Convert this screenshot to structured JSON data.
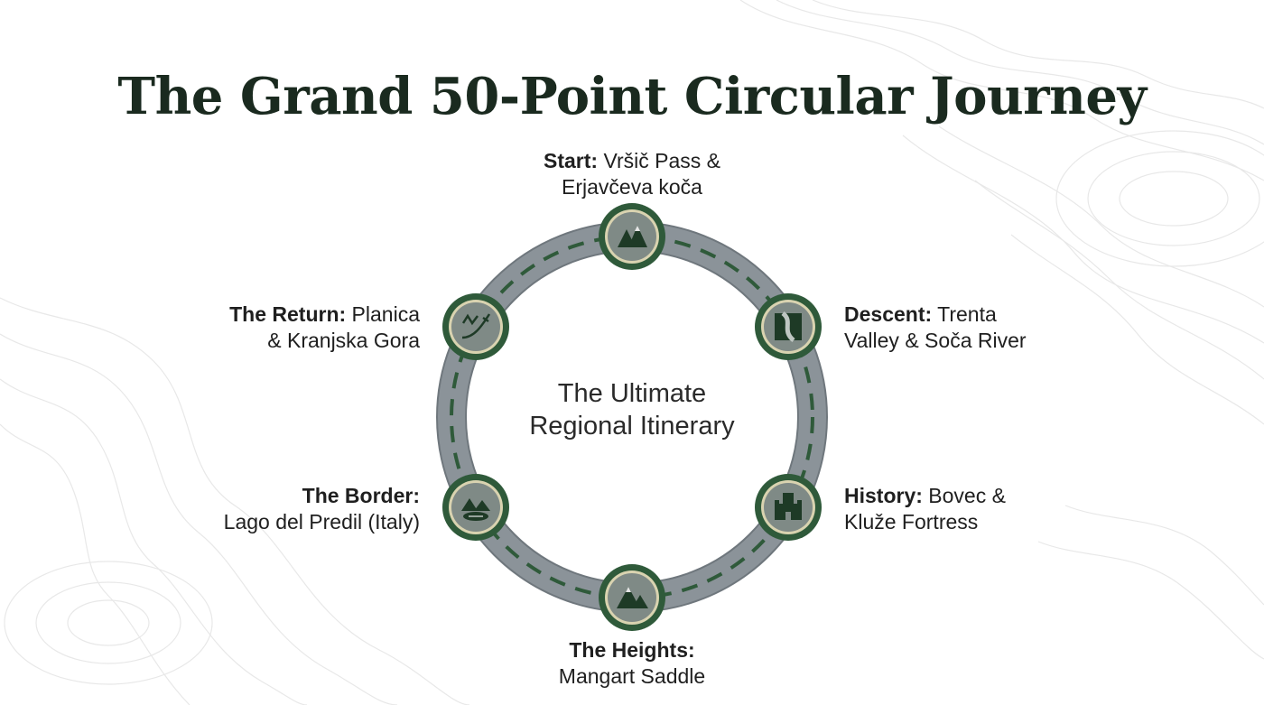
{
  "title": "The Grand 50-Point Circular Journey",
  "center": {
    "line1": "The Ultimate",
    "line2": "Regional Itinerary"
  },
  "stops": [
    {
      "key": "start",
      "bold": "Start:",
      "rest": " Vršič Pass &",
      "line2": "Erjavčeva koča",
      "icon": "twin-peaks-icon"
    },
    {
      "key": "descent",
      "bold": "Descent:",
      "rest": " Trenta",
      "line2": "Valley & Soča River",
      "icon": "river-valley-icon"
    },
    {
      "key": "history",
      "bold": "History:",
      "rest": " Bovec &",
      "line2": "Kluže Fortress",
      "icon": "fortress-icon"
    },
    {
      "key": "heights",
      "bold": "The Heights:",
      "rest": "",
      "line2": "Mangart Saddle",
      "icon": "mountain-icon"
    },
    {
      "key": "border",
      "bold": "The Border:",
      "rest": "",
      "line2": "Lago del Predil (Italy)",
      "icon": "lake-icon"
    },
    {
      "key": "return",
      "bold": "The Return:",
      "rest": " Planica",
      "line2": "& Kranjska Gora",
      "icon": "ski-jump-icon"
    }
  ],
  "colors": {
    "ring": "#8b9399",
    "ring_edge": "#6f777d",
    "dash": "#2f5a3a",
    "node_outer": "#2f5a3a",
    "node_inner": "#7f8a86",
    "node_rim": "#d9d3b0",
    "icon": "#1e3a26",
    "contour": "#e6e6e6"
  }
}
